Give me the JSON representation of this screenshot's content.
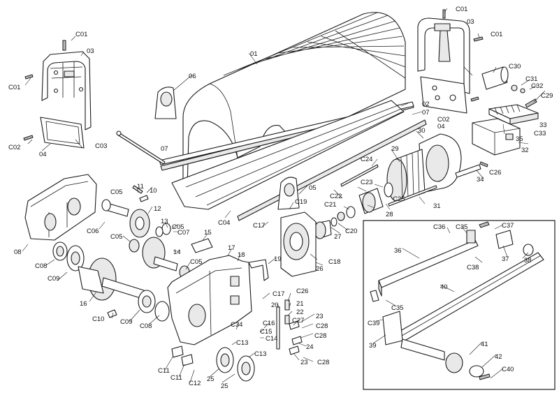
{
  "diagram": {
    "labels": [
      "C01",
      "03",
      "C01",
      "C01",
      "03",
      "C01",
      "01",
      "06",
      "02",
      "07",
      "C02",
      "04",
      "C02",
      "04",
      "C03",
      "07",
      "30",
      "C30",
      "C31",
      "C32",
      "C29",
      "33",
      "C33",
      "35",
      "32",
      "34",
      "C26",
      "29",
      "C24",
      "C25",
      "31",
      "C23",
      "C22",
      "C21",
      "28",
      "C20",
      "27",
      "05",
      "C19",
      "C17",
      "26",
      "C18",
      "C04",
      "11",
      "10",
      "C05",
      "12",
      "13",
      "C05",
      "C07",
      "C06",
      "08",
      "C08",
      "C09",
      "C05",
      "14",
      "15",
      "C05",
      "17",
      "18",
      "19",
      "16",
      "C10",
      "C09",
      "C08",
      "C17",
      "C26",
      "21",
      "20",
      "22",
      "23",
      "C27",
      "C28",
      "C28",
      "24",
      "C34",
      "C16",
      "C15",
      "C14",
      "C13",
      "C13",
      "C11",
      "C11",
      "C12",
      "25",
      "25",
      "23",
      "C28",
      "C36",
      "C35",
      "C37",
      "36",
      "C38",
      "37",
      "38",
      "40",
      "C35",
      "C39",
      "39",
      "41",
      "42",
      "C40"
    ]
  }
}
